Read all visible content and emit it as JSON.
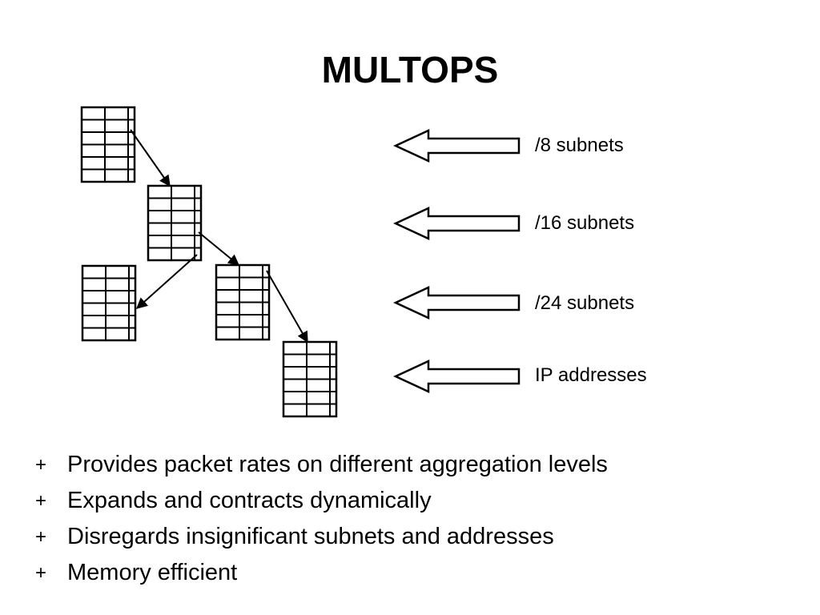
{
  "title": "MULTOPS",
  "diagram": {
    "levels": [
      {
        "label": "/8 subnets"
      },
      {
        "label": "/16 subnets"
      },
      {
        "label": "/24 subnets"
      },
      {
        "label": "IP addresses"
      }
    ]
  },
  "bullets": {
    "marker": "+",
    "items": [
      "Provides packet rates on different aggregation levels",
      "Expands and contracts dynamically",
      "Disregards insignificant subnets and addresses",
      "Memory efficient"
    ]
  }
}
